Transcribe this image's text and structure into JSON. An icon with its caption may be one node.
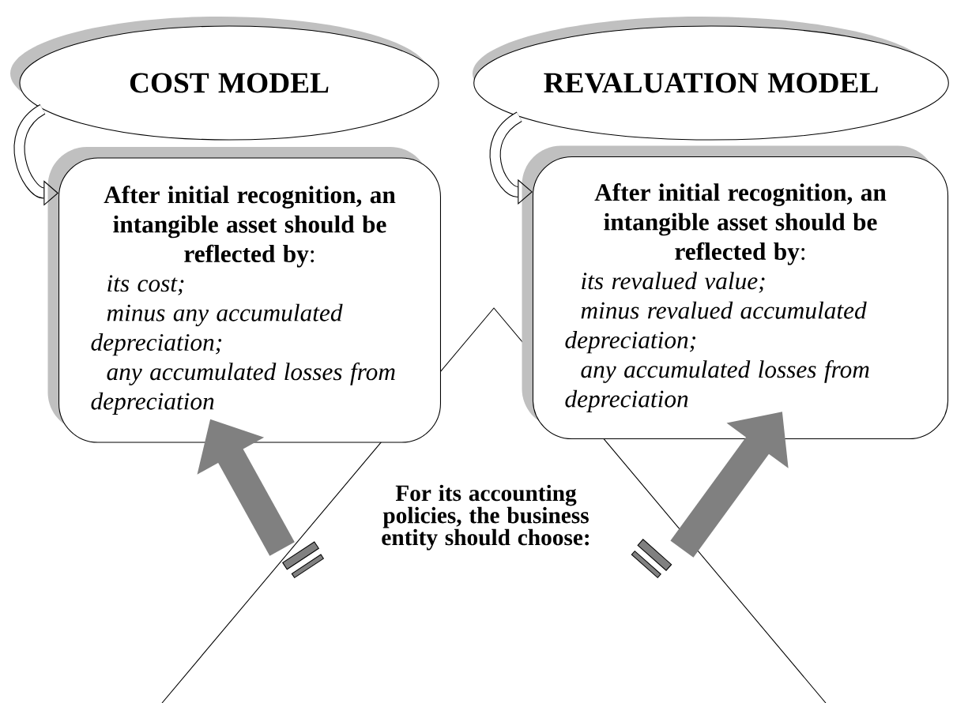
{
  "diagram": {
    "nodes": [
      {
        "text": [
          "COST MODEL"
        ]
      },
      {
        "text": [
          "**After initial recognition, an intangible asset should be reflected by**:",
          "its cost;",
          "minus any accumulated depreciation;",
          "any accumulated losses from depreciation"
        ]
      },
      {
        "text": [
          "REVALUATION MODEL"
        ]
      },
      {
        "text": [
          "**After initial recognition, an intangible asset should be reflected by**:",
          "its revalued value;",
          "minus revalued accumulated depreciation;",
          "any accumulated losses from depreciation"
        ]
      },
      {
        "text": [
          "For its accounting policies, the business entity should choose:"
        ]
      }
    ],
    "edges": [
      {
        "from": 0,
        "to": 1,
        "arrow": "to"
      },
      {
        "from": 2,
        "to": 3,
        "arrow": "to"
      },
      {
        "from": 4,
        "to": 1,
        "arrow": "to",
        "style": "thick",
        "color": "#808080"
      },
      {
        "from": 4,
        "to": 3,
        "arrow": "to",
        "style": "thick",
        "color": "#808080"
      }
    ]
  }
}
